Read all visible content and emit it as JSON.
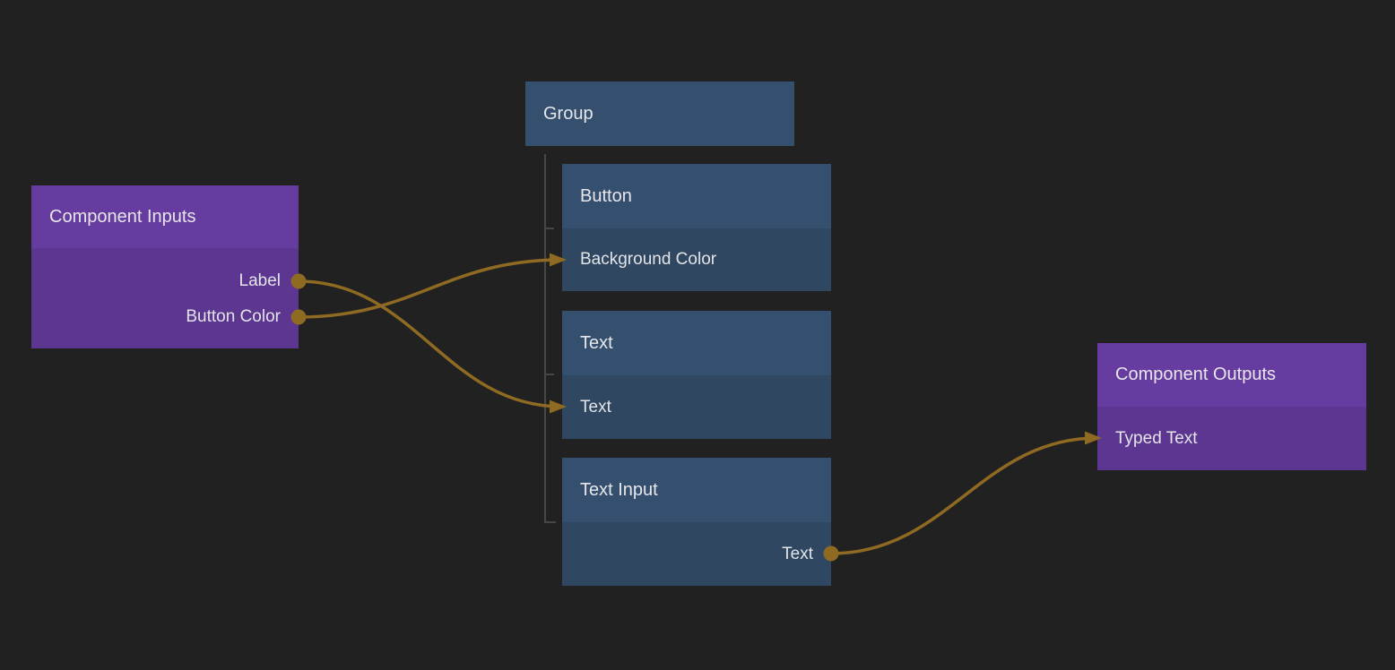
{
  "colors": {
    "canvas_bg": "#212121",
    "purple_header": "#673CA0",
    "purple_body": "#5C3690",
    "blue_header": "#35506E",
    "blue_body": "#2F4761",
    "wire": "#8E6A22",
    "tree_line": "#474747",
    "label_text": "#E7E7EB"
  },
  "nodes": {
    "component_inputs": {
      "title": "Component Inputs",
      "ports_out": [
        "Label",
        "Button Color"
      ]
    },
    "group": {
      "title": "Group"
    },
    "button": {
      "title": "Button",
      "ports_in": [
        "Background Color"
      ]
    },
    "text": {
      "title": "Text",
      "ports_in": [
        "Text"
      ]
    },
    "text_input": {
      "title": "Text Input",
      "ports_out": [
        "Text"
      ]
    },
    "component_outputs": {
      "title": "Component Outputs",
      "ports_in": [
        "Typed Text"
      ]
    }
  },
  "connections": [
    {
      "from": "Component Inputs / Label",
      "to": "Text / Text"
    },
    {
      "from": "Component Inputs / Button Color",
      "to": "Button / Background Color"
    },
    {
      "from": "Text Input / Text",
      "to": "Component Outputs / Typed Text"
    }
  ]
}
